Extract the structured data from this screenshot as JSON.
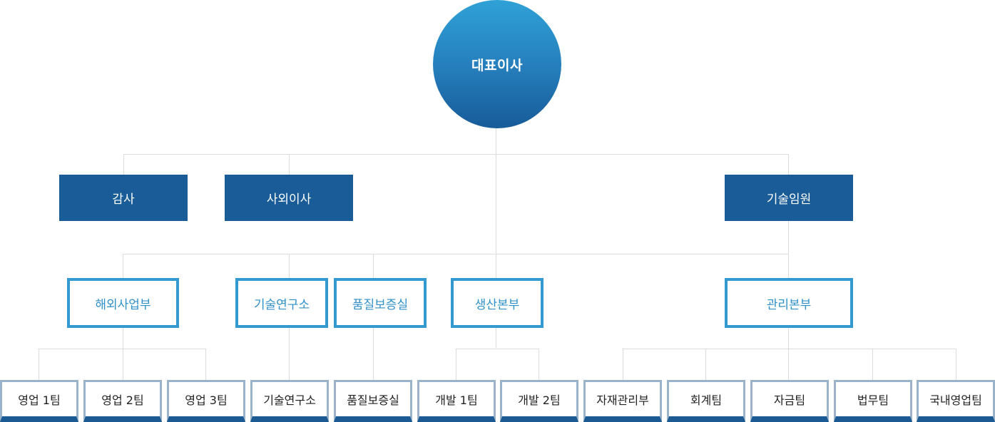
{
  "ceo": {
    "label": "대표이사"
  },
  "executives": [
    "감사",
    "사외이사",
    "기술임원"
  ],
  "divisions": [
    "해외사업부",
    "기술연구소",
    "품질보증실",
    "생산본부",
    "관리본부"
  ],
  "teams": [
    "영업 1팀",
    "영업 2팀",
    "영업 3팀",
    "기술연구소",
    "품질보증실",
    "개발 1팀",
    "개발 2팀",
    "자재관리부",
    "회계팀",
    "자금팀",
    "법무팀",
    "국내영업팀"
  ],
  "colors": {
    "exec_fill": "#195c97",
    "division_border": "#3499cf",
    "team_border": "#9bb3c9",
    "team_bottom": "#1c5a94",
    "connector": "#dcdcdc"
  }
}
